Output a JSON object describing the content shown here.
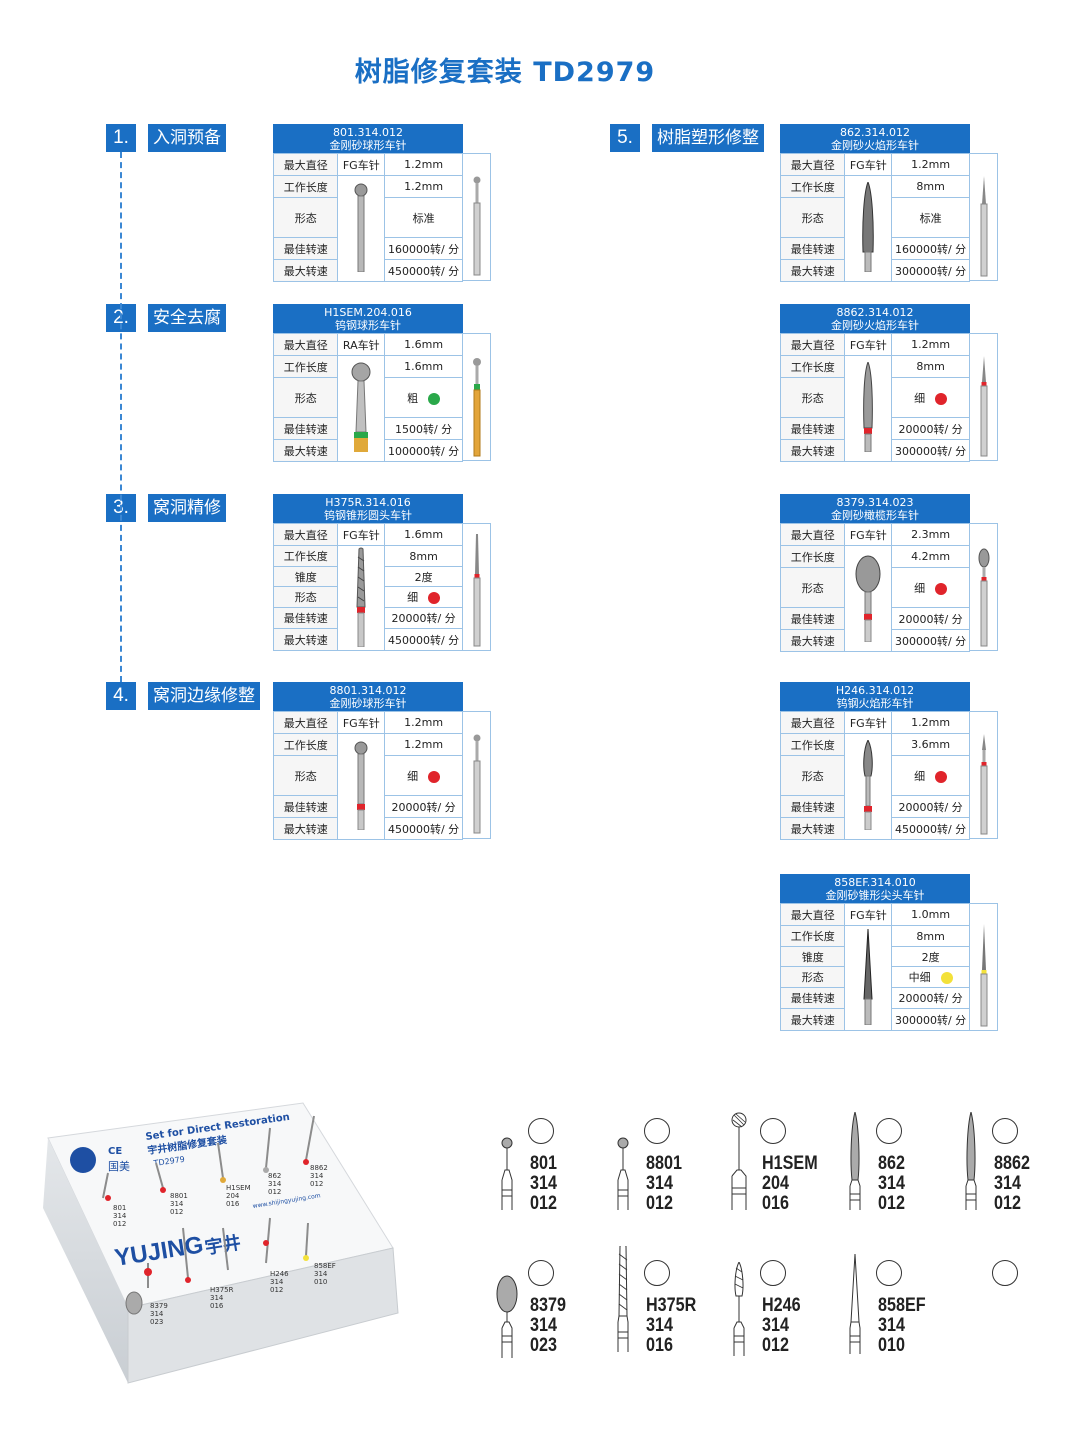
{
  "page": {
    "title": "树脂修复套装 TD2979"
  },
  "steps": [
    {
      "num": "1.",
      "label": "入洞预备"
    },
    {
      "num": "2.",
      "label": "安全去腐"
    },
    {
      "num": "3.",
      "label": "窝洞精修"
    },
    {
      "num": "4.",
      "label": "窝洞边缘修整"
    },
    {
      "num": "5.",
      "label": "树脂塑形修整"
    }
  ],
  "cards": [
    {
      "code": "801.314.012",
      "name": "金刚砂球形车针",
      "type": "FG车针",
      "rows": [
        [
          "最大直径",
          "1.2mm"
        ],
        [
          "工作长度",
          "1.2mm"
        ],
        [
          "形态",
          "标准"
        ],
        [
          "最佳转速",
          "160000转/ 分"
        ],
        [
          "最大转速",
          "450000转/ 分"
        ]
      ]
    },
    {
      "code": "H1SEM.204.016",
      "name": "钨钢球形车针",
      "type": "RA车针",
      "rows": [
        [
          "最大直径",
          "1.6mm"
        ],
        [
          "工作长度",
          "1.6mm"
        ],
        [
          "形态",
          "粗"
        ],
        [
          "最佳转速",
          "1500转/ 分"
        ],
        [
          "最大转速",
          "100000转/ 分"
        ]
      ]
    },
    {
      "code": "H375R.314.016",
      "name": "钨钢锥形圆头车针",
      "type": "FG车针",
      "rows": [
        [
          "最大直径",
          "1.6mm"
        ],
        [
          "工作长度",
          "8mm"
        ],
        [
          "锥度",
          "2度"
        ],
        [
          "形态",
          "细"
        ],
        [
          "最佳转速",
          "20000转/ 分"
        ],
        [
          "最大转速",
          "450000转/ 分"
        ]
      ]
    },
    {
      "code": "8801.314.012",
      "name": "金刚砂球形车针",
      "type": "FG车针",
      "rows": [
        [
          "最大直径",
          "1.2mm"
        ],
        [
          "工作长度",
          "1.2mm"
        ],
        [
          "形态",
          "细"
        ],
        [
          "最佳转速",
          "20000转/ 分"
        ],
        [
          "最大转速",
          "450000转/ 分"
        ]
      ]
    },
    {
      "code": "862.314.012",
      "name": "金刚砂火焰形车针",
      "type": "FG车针",
      "rows": [
        [
          "最大直径",
          "1.2mm"
        ],
        [
          "工作长度",
          "8mm"
        ],
        [
          "形态",
          "标准"
        ],
        [
          "最佳转速",
          "160000转/ 分"
        ],
        [
          "最大转速",
          "300000转/ 分"
        ]
      ]
    },
    {
      "code": "8862.314.012",
      "name": "金刚砂火焰形车针",
      "type": "FG车针",
      "rows": [
        [
          "最大直径",
          "1.2mm"
        ],
        [
          "工作长度",
          "8mm"
        ],
        [
          "形态",
          "细"
        ],
        [
          "最佳转速",
          "20000转/ 分"
        ],
        [
          "最大转速",
          "300000转/ 分"
        ]
      ]
    },
    {
      "code": "8379.314.023",
      "name": "金刚砂橄榄形车针",
      "type": "FG车针",
      "rows": [
        [
          "最大直径",
          "2.3mm"
        ],
        [
          "工作长度",
          "4.2mm"
        ],
        [
          "形态",
          "细"
        ],
        [
          "最佳转速",
          "20000转/ 分"
        ],
        [
          "最大转速",
          "300000转/ 分"
        ]
      ]
    },
    {
      "code": "H246.314.012",
      "name": "钨钢火焰形车针",
      "type": "FG车针",
      "rows": [
        [
          "最大直径",
          "1.2mm"
        ],
        [
          "工作长度",
          "3.6mm"
        ],
        [
          "形态",
          "细"
        ],
        [
          "最佳转速",
          "20000转/ 分"
        ],
        [
          "最大转速",
          "450000转/ 分"
        ]
      ]
    },
    {
      "code": "858EF.314.010",
      "name": "金刚砂锥形尖头车针",
      "type": "FG车针",
      "rows": [
        [
          "最大直径",
          "1.0mm"
        ],
        [
          "工作长度",
          "8mm"
        ],
        [
          "锥度",
          "2度"
        ],
        [
          "形态",
          "中细"
        ],
        [
          "最佳转速",
          "20000转/ 分"
        ],
        [
          "最大转速",
          "300000转/ 分"
        ]
      ]
    }
  ],
  "colors": {
    "brand": "#1a6fc4",
    "green": "#2aa84a",
    "red": "#e0242b",
    "yellow": "#f3e13a"
  },
  "box_photo": {
    "set_label": "Set for Direct Restoration",
    "cn_label": "宇井树脂修复套装",
    "model": "TD2979",
    "brand_cn": "国美",
    "brand": "YUJING",
    "brand_cn2": "宇井",
    "website": "www.shijingyujing.com",
    "slots": [
      [
        "801",
        "314",
        "012"
      ],
      [
        "8801",
        "314",
        "012"
      ],
      [
        "H1SEM",
        "204",
        "016"
      ],
      [
        "862",
        "314",
        "012"
      ],
      [
        "8862",
        "314",
        "012"
      ],
      [
        "8379",
        "314",
        "023"
      ],
      [
        "H375R",
        "314",
        "016"
      ],
      [
        "H246",
        "314",
        "012"
      ],
      [
        "858EF",
        "314",
        "010"
      ]
    ]
  },
  "legend": [
    [
      "801",
      "314",
      "012"
    ],
    [
      "8801",
      "314",
      "012"
    ],
    [
      "H1SEM",
      "204",
      "016"
    ],
    [
      "862",
      "314",
      "012"
    ],
    [
      "8862",
      "314",
      "012"
    ],
    [
      "8379",
      "314",
      "023"
    ],
    [
      "H375R",
      "314",
      "016"
    ],
    [
      "H246",
      "314",
      "012"
    ],
    [
      "858EF",
      "314",
      "010"
    ]
  ]
}
